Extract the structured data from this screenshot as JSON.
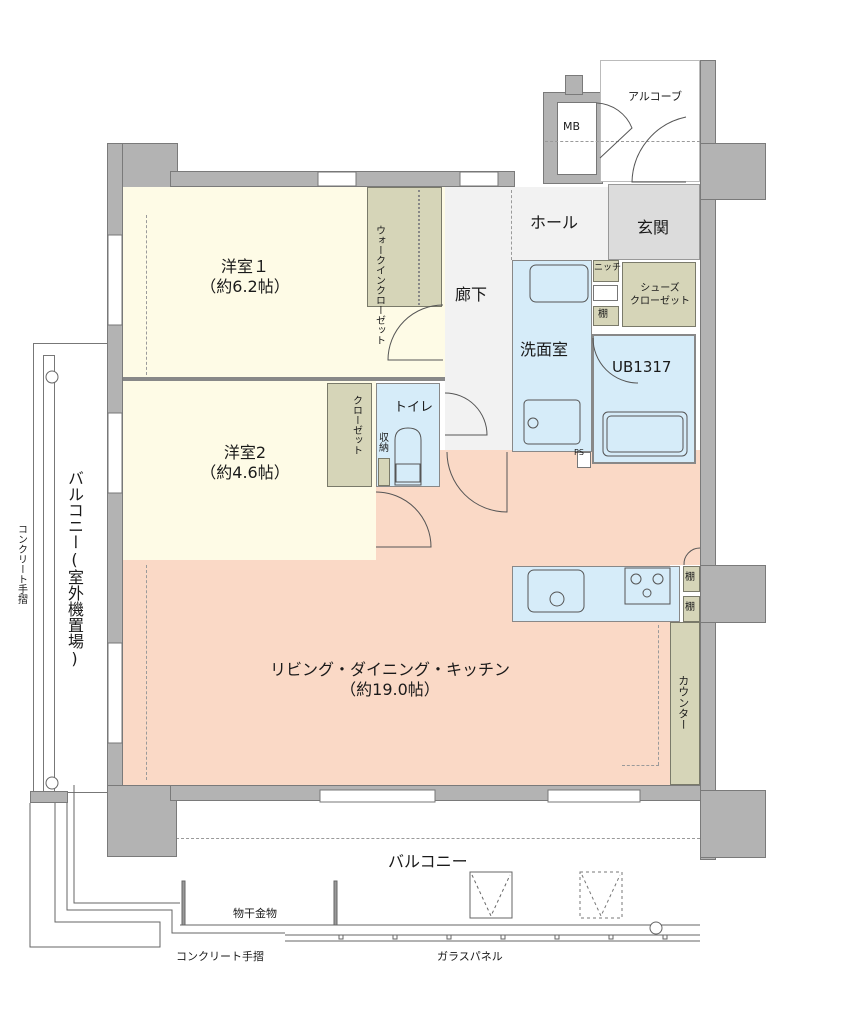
{
  "floorplan": {
    "colors": {
      "wall": "#b3b3b3",
      "western_room": "#fefbe6",
      "ldk": "#fad9c6",
      "wet_area": "#d6ecf9",
      "hall": "#f2f2f2",
      "entrance": "#dcdcdc",
      "storage": "#d6d5b8"
    },
    "rooms": {
      "western1": {
        "name": "洋室１",
        "area": "（約6.2帖）"
      },
      "western2": {
        "name": "洋室2",
        "area": "（約4.6帖）"
      },
      "ldk": {
        "name": "リビング・ダイニング・キッチン",
        "area": "（約19.0帖）"
      },
      "hallway": {
        "name": "廊下"
      },
      "hall": {
        "name": "ホール"
      },
      "entrance": {
        "name": "玄関"
      },
      "washroom": {
        "name": "洗面室"
      },
      "bath": {
        "name": "UB1317"
      },
      "toilet": {
        "name": "トイレ"
      },
      "mb": {
        "name": "MB"
      },
      "alcove": {
        "name": "アルコーブ"
      }
    },
    "storage": {
      "walkin": "ウォークインクローゼット",
      "closet": "クローゼット",
      "toilet_storage": "収納",
      "niche": "ニッチ",
      "shelf1": "棚",
      "shelf_kitchen1": "棚",
      "shelf_kitchen2": "棚",
      "shoes_line1": "シューズ",
      "shoes_line2": "クローゼット",
      "counter": "カウンター",
      "ps": "PS"
    },
    "exterior": {
      "side_balcony": "バルコニー(室外機置場)",
      "side_railing": "コンクリート手摺",
      "balcony": "バルコニー",
      "drying_hardware": "物干金物",
      "bottom_railing": "コンクリート手摺",
      "glass_panel": "ガラスパネル"
    }
  }
}
